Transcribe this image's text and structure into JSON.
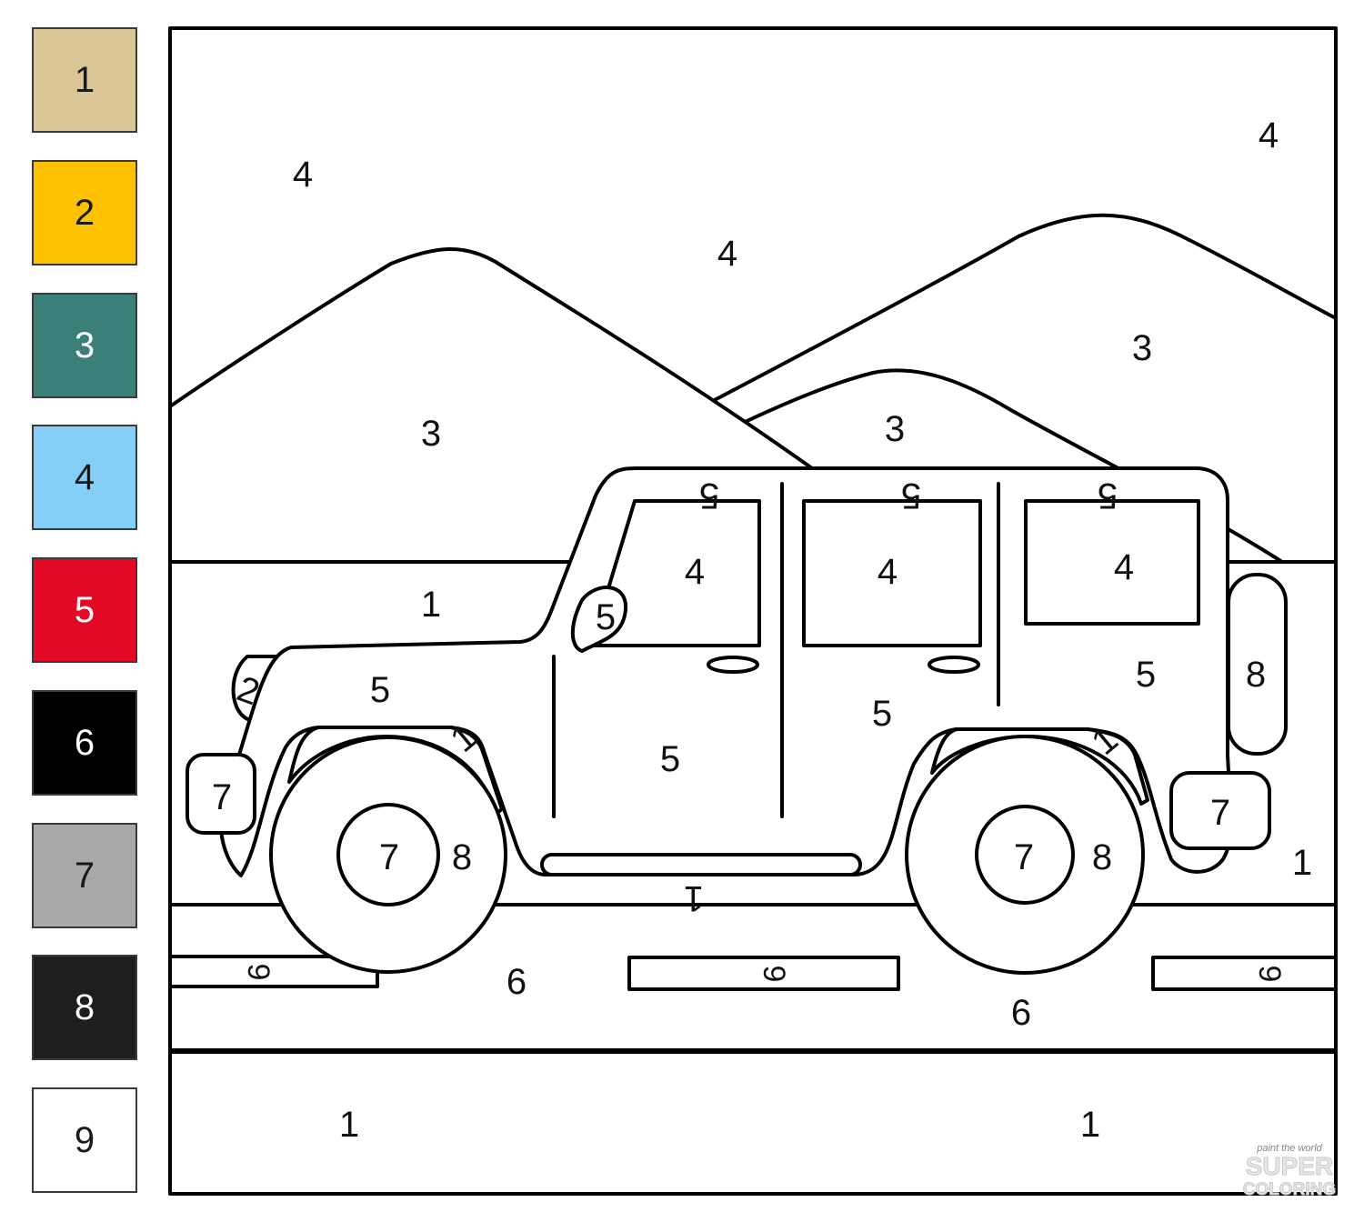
{
  "palette": [
    {
      "number": "1",
      "color": "#d9c596",
      "text_color": "#1a1a1a"
    },
    {
      "number": "2",
      "color": "#fdc101",
      "text_color": "#1a1a1a"
    },
    {
      "number": "3",
      "color": "#3b7f79",
      "text_color": "#ffffff"
    },
    {
      "number": "4",
      "color": "#85cff7",
      "text_color": "#1a1a1a"
    },
    {
      "number": "5",
      "color": "#e30a25",
      "text_color": "#ffffff"
    },
    {
      "number": "6",
      "color": "#000000",
      "text_color": "#ffffff"
    },
    {
      "number": "7",
      "color": "#a9a9a9",
      "text_color": "#1a1a1a"
    },
    {
      "number": "8",
      "color": "#1e1e1e",
      "text_color": "#ffffff"
    },
    {
      "number": "9",
      "color": "#ffffff",
      "text_color": "#1a1a1a"
    }
  ],
  "regions": {
    "sky_left": "4",
    "sky_mid": "4",
    "sky_right": "4",
    "hill_left": "3",
    "hill_mid": "3",
    "hill_right": "3",
    "ground_far": "1",
    "ground_right": "1",
    "roof_front": "5",
    "roof_mid": "5",
    "roof_rear": "5",
    "window_front": "4",
    "window_mid": "4",
    "window_rear": "4",
    "mirror": "5",
    "headlight": "2",
    "hood": "5",
    "front_door": "5",
    "rear_door": "5",
    "rear_body": "5",
    "spare_tire": "8",
    "front_bumper": "7",
    "rear_bumper": "7",
    "front_fender": "1",
    "rear_fender": "1",
    "side_step": "1",
    "front_hub": "7",
    "front_tire": "8",
    "rear_hub": "7",
    "rear_tire": "8",
    "road_left": "6",
    "road_right": "6",
    "stripe_left": "9",
    "stripe_mid": "9",
    "stripe_right": "9",
    "foreground_left": "1",
    "foreground_right": "1"
  },
  "logo": {
    "tagline": "paint the world",
    "word1": "SUPER",
    "word2": "COLORING"
  }
}
